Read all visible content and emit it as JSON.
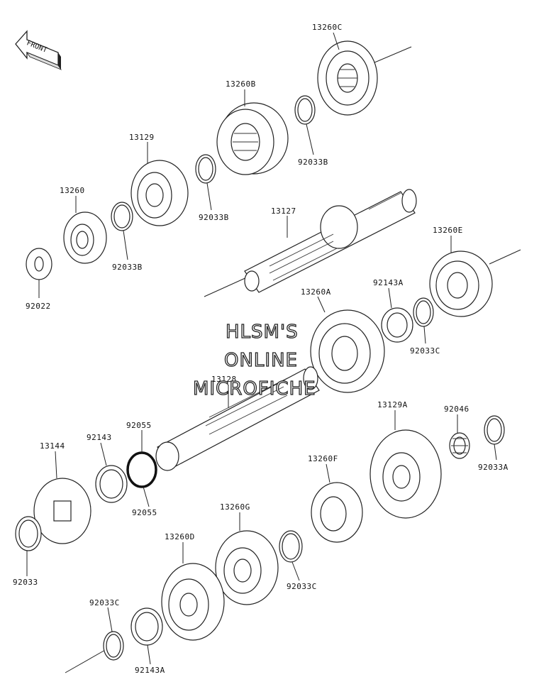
{
  "direction": {
    "label": "FRONT",
    "icon": "front-arrow-icon"
  },
  "watermark": {
    "line1": "HLSM'S",
    "line2": "ONLINE",
    "line3": "MICROFICHE"
  },
  "parts": [
    {
      "id": "p13260C",
      "number": "13260C"
    },
    {
      "id": "p13260B",
      "number": "13260B"
    },
    {
      "id": "p92033B_a",
      "number": "92033B"
    },
    {
      "id": "p13129",
      "number": "13129"
    },
    {
      "id": "p92033B_b",
      "number": "92033B"
    },
    {
      "id": "p13260",
      "number": "13260"
    },
    {
      "id": "p92033B_c",
      "number": "92033B"
    },
    {
      "id": "p92022",
      "number": "92022"
    },
    {
      "id": "p13127",
      "number": "13127"
    },
    {
      "id": "p13260E",
      "number": "13260E"
    },
    {
      "id": "p92143A_a",
      "number": "92143A"
    },
    {
      "id": "p13260A",
      "number": "13260A"
    },
    {
      "id": "p92033C_a",
      "number": "92033C"
    },
    {
      "id": "p13128",
      "number": "13128"
    },
    {
      "id": "p92055_a",
      "number": "92055"
    },
    {
      "id": "p92143",
      "number": "92143"
    },
    {
      "id": "p13144",
      "number": "13144"
    },
    {
      "id": "p92055_b",
      "number": "92055"
    },
    {
      "id": "p13129A",
      "number": "13129A"
    },
    {
      "id": "p92046",
      "number": "92046"
    },
    {
      "id": "p92033A",
      "number": "92033A"
    },
    {
      "id": "p13260F",
      "number": "13260F"
    },
    {
      "id": "p13260G",
      "number": "13260G"
    },
    {
      "id": "p13260D",
      "number": "13260D"
    },
    {
      "id": "p92033",
      "number": "92033"
    },
    {
      "id": "p92033C_b",
      "number": "92033C"
    },
    {
      "id": "p92033C_c",
      "number": "92033C"
    },
    {
      "id": "p92143A_b",
      "number": "92143A"
    }
  ]
}
